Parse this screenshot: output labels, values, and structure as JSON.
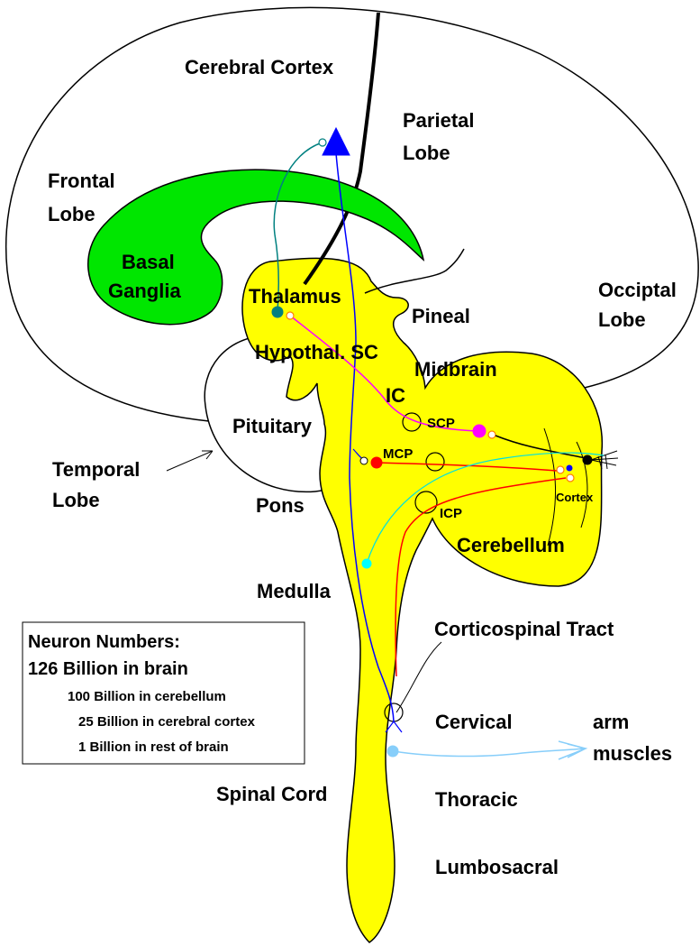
{
  "labels": {
    "cerebral_cortex": "Cerebral Cortex",
    "parietal_line1": "Parietal",
    "parietal_line2": "Lobe",
    "frontal_line1": "Frontal",
    "frontal_line2": "Lobe",
    "basal_line1": "Basal",
    "basal_line2": "Ganglia",
    "occipital_line1": "Occiptal",
    "occipital_line2": "Lobe",
    "thalamus": "Thalamus",
    "pineal": "Pineal",
    "hypothal_sc": "Hypothal. SC",
    "midbrain": "Midbrain",
    "ic": "IC",
    "scp": "SCP",
    "pituitary": "Pituitary",
    "mcp": "MCP",
    "temporal_line1": "Temporal",
    "temporal_line2": "Lobe",
    "cortex": "Cortex",
    "pons": "Pons",
    "icp": "ICP",
    "cerebellum": "Cerebellum",
    "medulla": "Medulla",
    "corticospinal": "Corticospinal Tract",
    "cervical": "Cervical",
    "arm_line1": "arm",
    "arm_line2": "muscles",
    "spinal_cord": "Spinal Cord",
    "thoracic": "Thoracic",
    "lumbosacral": "Lumbosacral"
  },
  "neuron_box": {
    "title": "Neuron Numbers:",
    "total": "126 Billion in brain",
    "lines": [
      "100 Billion in cerebellum",
      "25 Billion in cerebral cortex",
      "1 Billion in rest of brain"
    ]
  },
  "colors": {
    "brainstem_fill": "#ffff00",
    "basal_ganglia_fill": "#00e600",
    "pyramidal_neuron": "#0000ff",
    "thalamic_fiber": "#008080",
    "hypothalamic_fiber": "#ff00ff",
    "cerebellar_fiber": "#ff0000",
    "spinal_fiber": "#00ffff",
    "motor_fiber": "#87cefa"
  }
}
